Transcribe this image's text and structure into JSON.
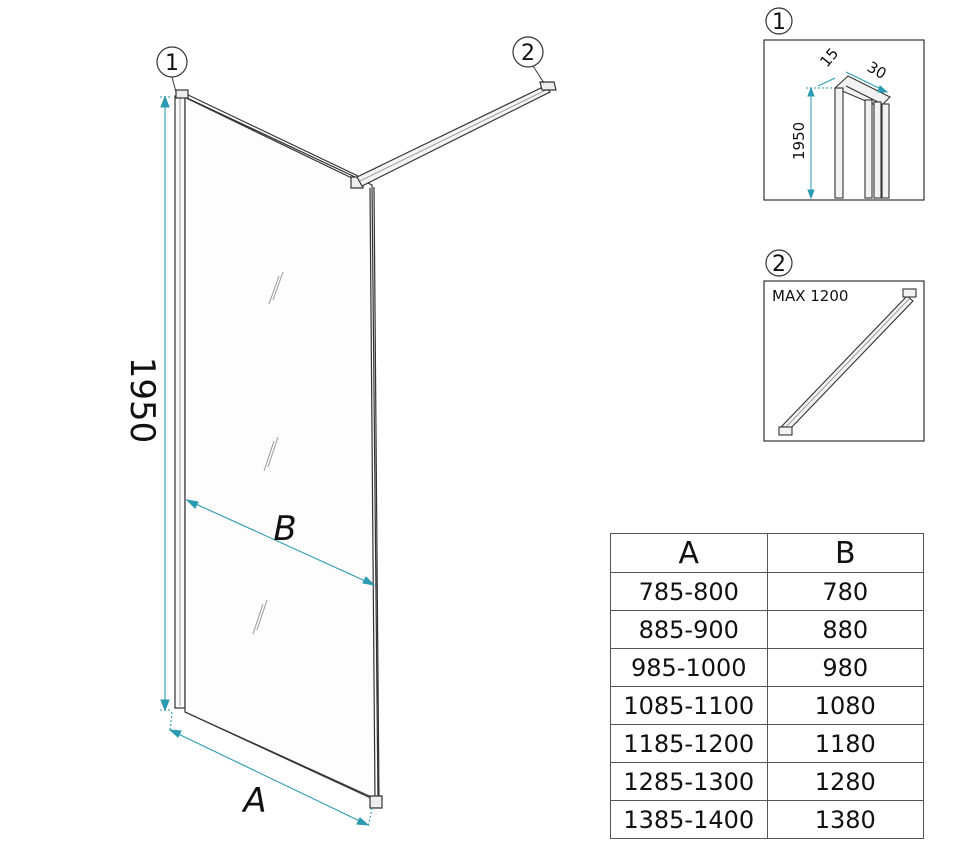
{
  "callouts": {
    "c1": "1",
    "c2": "2"
  },
  "dimensions": {
    "height": "1950",
    "width_a": "A",
    "width_b": "B"
  },
  "detail1": {
    "label": "1",
    "height": "1950",
    "depth": "15",
    "width": "30"
  },
  "detail2": {
    "label": "2",
    "max": "MAX 1200"
  },
  "size_table": {
    "headers": [
      "A",
      "B"
    ],
    "rows": [
      [
        "785-800",
        "780"
      ],
      [
        "885-900",
        "880"
      ],
      [
        "985-1000",
        "980"
      ],
      [
        "1085-1100",
        "1080"
      ],
      [
        "1185-1200",
        "1180"
      ],
      [
        "1285-1300",
        "1280"
      ],
      [
        "1385-1400",
        "1380"
      ]
    ]
  },
  "colors": {
    "dimension_line": "#2a9bb0",
    "outline": "#333333"
  }
}
